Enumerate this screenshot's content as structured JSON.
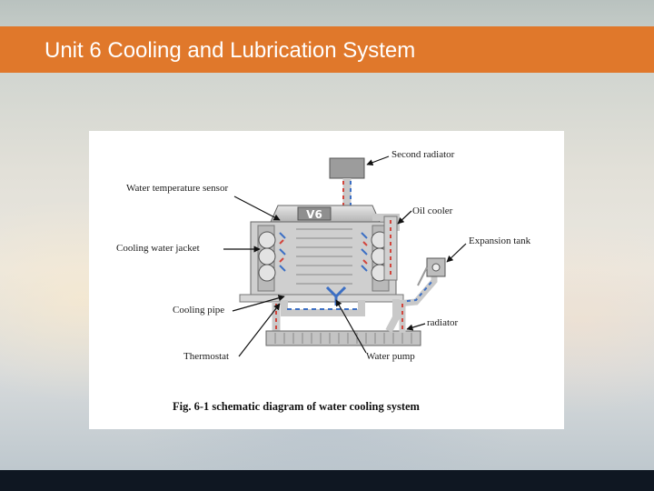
{
  "slide": {
    "title": "Unit 6 Cooling and Lubrication System"
  },
  "figure": {
    "engine_badge": "V6",
    "caption": "Fig. 6-1 schematic diagram of water cooling system",
    "labels": {
      "second_radiator": "Second radiator",
      "water_temperature_sensor": "Water temperature sensor",
      "oil_cooler": "Oil cooler",
      "expansion_tank": "Expansion tank",
      "cooling_water_jacket": "Cooling water jacket",
      "cooling_pipe": "Cooling pipe",
      "radiator": "radiator",
      "thermostat": "Thermostat",
      "water_pump": "Water pump"
    }
  },
  "colors": {
    "title_bar": "#e0782b",
    "title_text": "#ffffff",
    "bottom_bar": "#0f1722",
    "hot_flow": "#d2453c",
    "cold_flow": "#3c6fc4"
  }
}
